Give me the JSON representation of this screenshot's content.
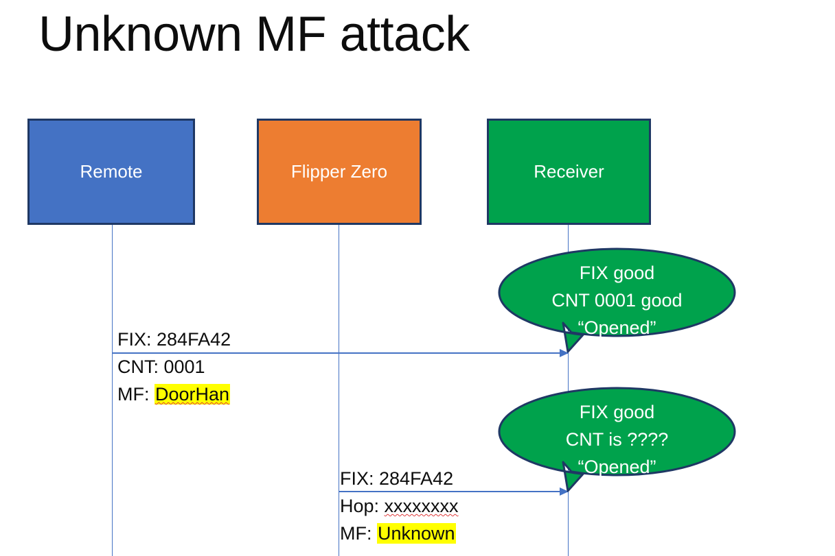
{
  "slide": {
    "title": "Unknown MF attack",
    "background": "#ffffff"
  },
  "colors": {
    "remote_box": "#4472C4",
    "flipper_box": "#ED7D31",
    "receiver_box": "#00A24C",
    "box_border": "#1F3864",
    "bubble_fill": "#00A24C",
    "bubble_border": "#1F3864",
    "arrow": "#4472C4",
    "highlight": "#FFFF00",
    "text_dark": "#0D0D0D",
    "text_light": "#FFFFFF",
    "spellcheck_underline": "#E03A3A"
  },
  "actors": [
    {
      "id": "remote",
      "label": "Remote"
    },
    {
      "id": "flipper",
      "label": "Flipper Zero"
    },
    {
      "id": "receiver",
      "label": "Receiver"
    }
  ],
  "messages": [
    {
      "id": "remote-to-receiver",
      "from": "remote",
      "to": "receiver",
      "lines": [
        {
          "prefix": "FIX: ",
          "value": "284FA42",
          "highlighted": false,
          "misspelled": false
        },
        {
          "prefix": "CNT: ",
          "value": "0001",
          "highlighted": false,
          "misspelled": false
        },
        {
          "prefix": "MF: ",
          "value": "DoorHan",
          "highlighted": true,
          "misspelled": true
        }
      ]
    },
    {
      "id": "flipper-to-receiver",
      "from": "flipper",
      "to": "receiver",
      "lines": [
        {
          "prefix": "FIX: ",
          "value": "284FA42",
          "highlighted": false,
          "misspelled": false
        },
        {
          "prefix": "Hop: ",
          "value": "xxxxxxxx",
          "highlighted": false,
          "misspelled": true
        },
        {
          "prefix": "MF: ",
          "value": "Unknown",
          "highlighted": true,
          "misspelled": false
        }
      ]
    }
  ],
  "bubbles": [
    {
      "id": "receiver-response-1",
      "owner": "receiver",
      "lines": [
        "FIX good",
        "CNT 0001 good",
        "“Opened”"
      ]
    },
    {
      "id": "receiver-response-2",
      "owner": "receiver",
      "lines": [
        "FIX good",
        "CNT is ????",
        "“Opened”"
      ]
    }
  ]
}
